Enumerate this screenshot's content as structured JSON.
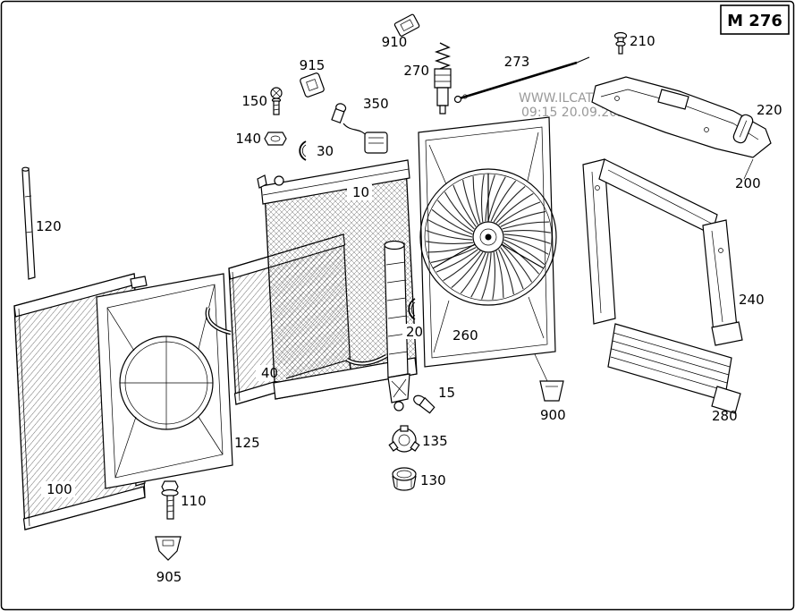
{
  "page": {
    "code_box": "M 276"
  },
  "watermark": {
    "line1": "WWW.ILCATS.RU",
    "line2": "09:15 20.09.2023"
  },
  "parts": {
    "p10": {
      "label": "10"
    },
    "p15": {
      "label": "15"
    },
    "p20": {
      "label": "20"
    },
    "p30": {
      "label": "30"
    },
    "p40": {
      "label": "40"
    },
    "p100": {
      "label": "100"
    },
    "p110": {
      "label": "110"
    },
    "p120": {
      "label": "120"
    },
    "p125": {
      "label": "125"
    },
    "p130": {
      "label": "130"
    },
    "p135": {
      "label": "135"
    },
    "p140": {
      "label": "140"
    },
    "p150": {
      "label": "150"
    },
    "p200": {
      "label": "200"
    },
    "p210": {
      "label": "210"
    },
    "p220": {
      "label": "220"
    },
    "p240": {
      "label": "240"
    },
    "p260": {
      "label": "260"
    },
    "p270": {
      "label": "270"
    },
    "p273": {
      "label": "273"
    },
    "p280": {
      "label": "280"
    },
    "p350": {
      "label": "350"
    },
    "p900": {
      "label": "900"
    },
    "p905": {
      "label": "905"
    },
    "p910": {
      "label": "910"
    },
    "p915": {
      "label": "915"
    }
  }
}
